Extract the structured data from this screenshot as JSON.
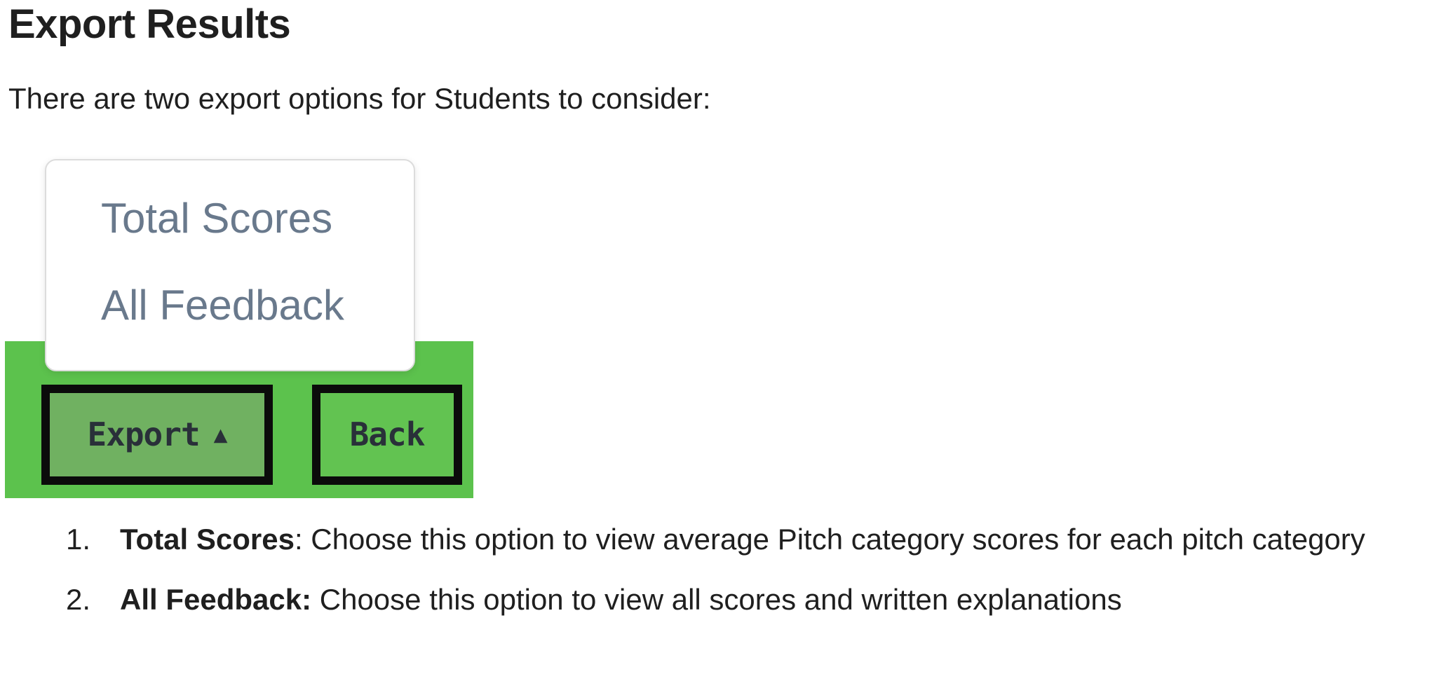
{
  "theme": {
    "text_color": "#1f1f1f",
    "menu_item_color": "#69798c",
    "panel_border_color": "#dcdcdc",
    "green_strip": "#5cc24d",
    "export_button_fill": "#70b161",
    "back_button_fill": "#62c351",
    "button_border_color": "#0b0b0b",
    "button_text_color": "#293039"
  },
  "header": {
    "title": "Export Results"
  },
  "intro": {
    "text": "There are two export options for Students to consider:"
  },
  "screenshot": {
    "menu": {
      "items": [
        {
          "label": "Total Scores"
        },
        {
          "label": "All Feedback"
        }
      ]
    },
    "toolbar": {
      "export_label": "Export",
      "export_caret": "▲",
      "back_label": "Back"
    }
  },
  "list": {
    "items": [
      {
        "number": "1.",
        "term": "Total Scores",
        "description": ": Choose this option to view average Pitch category scores for each pitch category"
      },
      {
        "number": "2.",
        "term": "All Feedback:",
        "description": " Choose this option to view all scores and written explanations"
      }
    ]
  }
}
